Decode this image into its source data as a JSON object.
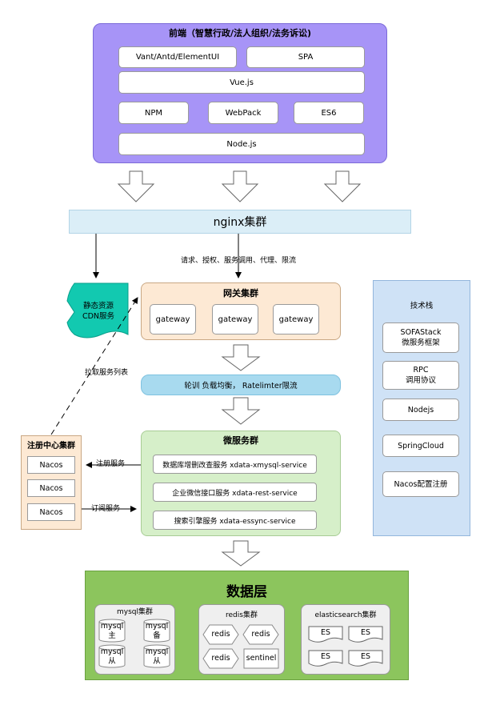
{
  "frontend": {
    "title": "前端（智慧行政/法人组织/法务诉讼)",
    "row1": [
      "Vant/Antd/ElementUI",
      "SPA"
    ],
    "row2": "Vue.js",
    "row3": [
      "NPM",
      "WebPack",
      "ES6"
    ],
    "row4": "Node.js"
  },
  "nginx": {
    "label": "nginx集群"
  },
  "request_label": "请求、授权、服务调用、代理、限流",
  "cdn": {
    "line1": "静态资源",
    "line2": "CDN服务"
  },
  "gateway_group": {
    "title": "网关集群",
    "nodes": [
      "gateway",
      "gateway",
      "gateway"
    ]
  },
  "pull_label": "拉取服务列表",
  "load_balancer": {
    "label": "轮训 负载均衡， Ratelimter限流"
  },
  "microservices": {
    "title": "微服务群",
    "services": [
      "数据库增删改查服务 xdata-xmysql-service",
      "企业微信接口服务 xdata-rest-service",
      "搜索引擎服务 xdata-essync-service"
    ]
  },
  "registry": {
    "title": "注册中心集群",
    "nodes": [
      "Nacos",
      "Nacos",
      "Nacos"
    ]
  },
  "register_label": "注册服务",
  "subscribe_label": "订阅服务",
  "tech_stack": {
    "title": "技术栈",
    "items": [
      {
        "line1": "SOFAStack",
        "line2": "微服务框架"
      },
      {
        "line1": "RPC",
        "line2": "调用协议"
      },
      {
        "line1": "Nodejs",
        "line2": ""
      },
      {
        "line1": "SpringCloud",
        "line2": ""
      },
      {
        "line1": "Nacos配置注册",
        "line2": ""
      }
    ]
  },
  "data_layer": {
    "title": "数据层",
    "mysql": {
      "title": "mysql集群",
      "nodes": [
        {
          "line1": "mysql",
          "line2": "主"
        },
        {
          "line1": "mysql",
          "line2": "备"
        },
        {
          "line1": "mysql",
          "line2": "从"
        },
        {
          "line1": "mysql",
          "line2": "从"
        }
      ]
    },
    "redis": {
      "title": "redis集群",
      "nodes": [
        "redis",
        "redis",
        "redis",
        "sentinel"
      ]
    },
    "elasticsearch": {
      "title": "elasticsearch集群",
      "nodes": [
        "ES",
        "ES",
        "ES",
        "ES"
      ]
    }
  }
}
